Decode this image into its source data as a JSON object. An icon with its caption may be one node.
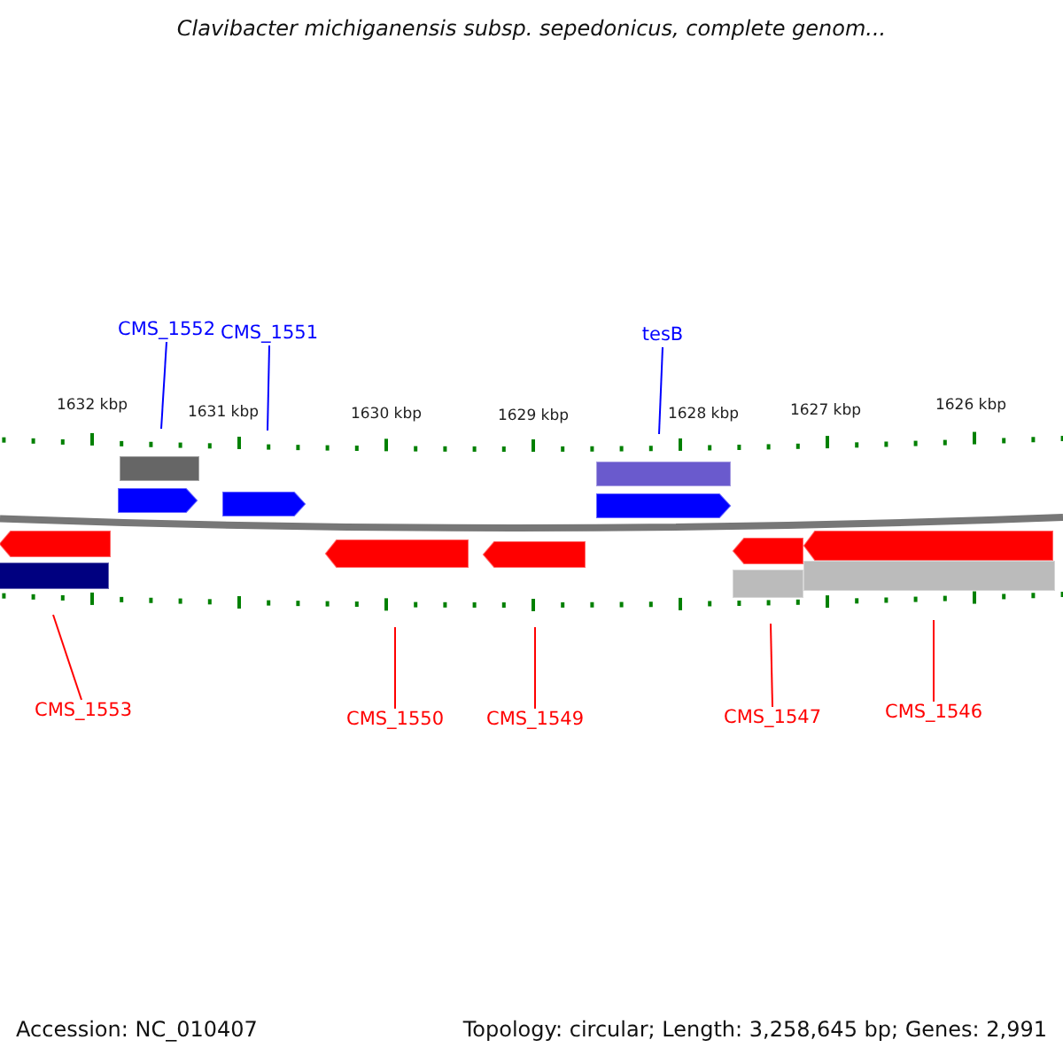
{
  "diagram": {
    "title": "Clavibacter michiganensis subsp. sepedonicus, complete genom...",
    "nodes": [
      {
        "text": [
          "CMS_1552"
        ]
      },
      {
        "text": [
          "CMS_1551"
        ]
      },
      {
        "text": [
          "tesB"
        ]
      },
      {
        "text": [
          "CMS_1553"
        ]
      },
      {
        "text": [
          "CMS_1550"
        ]
      },
      {
        "text": [
          "CMS_1549"
        ]
      },
      {
        "text": [
          "CMS_1547"
        ]
      },
      {
        "text": [
          "CMS_1546"
        ]
      }
    ],
    "edges": [
      {
        "from": 0,
        "to": null,
        "arrow": "none",
        "color": "#0000ff"
      },
      {
        "from": 1,
        "to": null,
        "arrow": "none",
        "color": "#0000ff"
      },
      {
        "from": 2,
        "to": null,
        "arrow": "none",
        "color": "#0000ff"
      },
      {
        "from": 3,
        "to": null,
        "arrow": "none"
      },
      {
        "from": 4,
        "to": null,
        "arrow": "none"
      },
      {
        "from": 5,
        "to": null,
        "arrow": "none"
      },
      {
        "from": 6,
        "to": null,
        "arrow": "none"
      },
      {
        "from": 7,
        "to": null,
        "arrow": "none"
      }
    ],
    "labels": [
      "1632 kbp",
      "1631 kbp",
      "1630 kbp",
      "1629 kbp",
      "1628 kbp",
      "1627 kbp",
      "1626 kbp",
      "Accession: NC_010407",
      "Topology: circular; Length: 3,258,645 bp; Genes: 2,991"
    ]
  }
}
